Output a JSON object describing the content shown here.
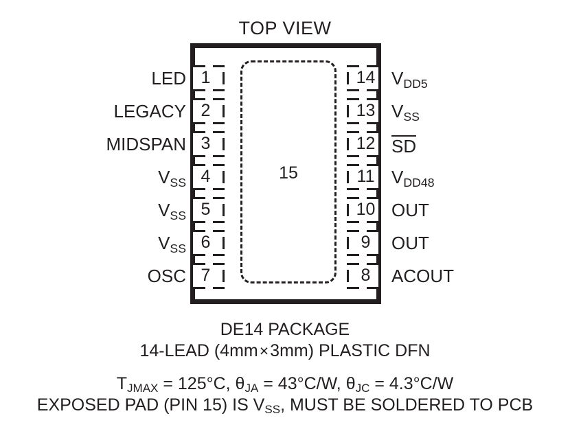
{
  "title": "TOP VIEW",
  "package": {
    "exposed_pad_number": "15"
  },
  "pins": {
    "left": [
      {
        "number": "1",
        "label": "LED"
      },
      {
        "number": "2",
        "label": "LEGACY"
      },
      {
        "number": "3",
        "label": "MIDSPAN"
      },
      {
        "number": "4",
        "label_base": "V",
        "label_sub": "SS"
      },
      {
        "number": "5",
        "label_base": "V",
        "label_sub": "SS"
      },
      {
        "number": "6",
        "label_base": "V",
        "label_sub": "SS"
      },
      {
        "number": "7",
        "label": "OSC"
      }
    ],
    "right": [
      {
        "number": "14",
        "label_base": "V",
        "label_sub": "DD5"
      },
      {
        "number": "13",
        "label_base": "V",
        "label_sub": "SS"
      },
      {
        "number": "12",
        "label": "SD",
        "overline": true
      },
      {
        "number": "11",
        "label_base": "V",
        "label_sub": "DD48"
      },
      {
        "number": "10",
        "label": "OUT"
      },
      {
        "number": "9",
        "label": "OUT"
      },
      {
        "number": "8",
        "label": "ACOUT"
      }
    ]
  },
  "caption": {
    "package_name": "DE14 PACKAGE",
    "lead_count_prefix": "14-LEAD (4mm",
    "lead_count_times": "×",
    "lead_count_suffix": "3mm) PLASTIC DFN",
    "thermal_tj_base": "T",
    "thermal_tj_sub": "JMAX",
    "thermal_tj_value": " = 125°C, ",
    "thermal_ja_base": "θ",
    "thermal_ja_sub": "JA",
    "thermal_ja_value": " = 43°C/W, ",
    "thermal_jc_base": "θ",
    "thermal_jc_sub": "JC",
    "thermal_jc_value": " = 4.3°C/W",
    "pad_note_prefix": "EXPOSED PAD (PIN 15) IS V",
    "pad_note_sub": "SS",
    "pad_note_suffix": ", MUST BE SOLDERED TO PCB"
  },
  "colors": {
    "ink": "#231f20",
    "background": "#ffffff"
  }
}
